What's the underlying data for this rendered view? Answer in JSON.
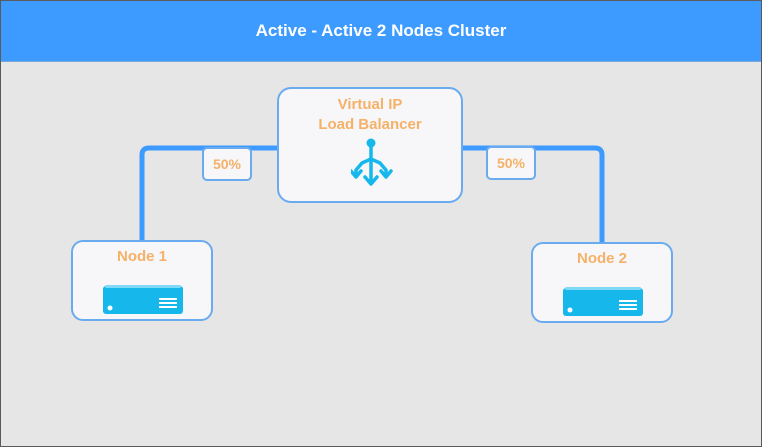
{
  "header": {
    "title": "Active - Active 2 Nodes Cluster"
  },
  "load_balancer": {
    "title_line1": "Virtual IP",
    "title_line2": "Load Balancer",
    "icon": "load-balancer-split-icon"
  },
  "links": {
    "left_share": "50%",
    "right_share": "50%"
  },
  "nodes": [
    {
      "label": "Node 1",
      "icon": "server-icon"
    },
    {
      "label": "Node 2",
      "icon": "server-icon"
    }
  ],
  "colors": {
    "header_bg": "#3d9bff",
    "wire": "#3d9bff",
    "label_text": "#f5b168",
    "icon": "#16b8ec",
    "canvas_bg": "#e6e6e6"
  }
}
